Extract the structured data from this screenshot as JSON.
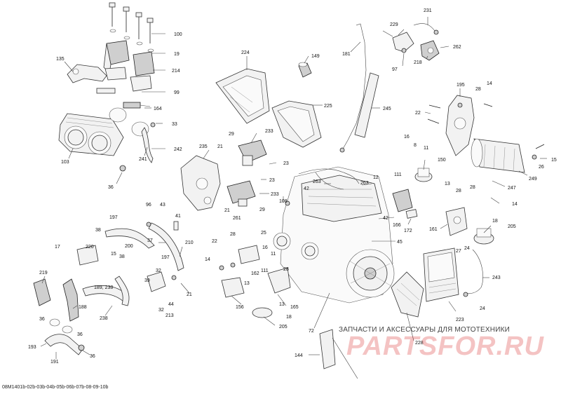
{
  "watermark": {
    "tagline": "ЗАПЧАСТИ И АКСЕССУАРЫ ДЛЯ МОТОТЕХНИКИ",
    "logo": "PARTSFOR.RU"
  },
  "document_code": "08M1401b-02b-03b-04b-05b-06b-07b-08-09-10b",
  "callouts": {
    "c100": "100",
    "c19": "19",
    "c214": "214",
    "c99": "99",
    "c135": "135",
    "c164": "164",
    "c33": "33",
    "c242": "242",
    "c103": "103",
    "c241": "241",
    "c36a": "36",
    "c224": "224",
    "c149": "149",
    "c225": "225",
    "c181": "181",
    "c245": "245",
    "c229": "229",
    "c231": "231",
    "c97": "97",
    "c218": "218",
    "c262": "262",
    "c195": "195",
    "c28a": "28",
    "c14a": "14",
    "c22a": "22",
    "c15": "15",
    "c26": "26",
    "c249": "249",
    "c247": "247",
    "c29a": "29",
    "c233a": "233",
    "c235": "235",
    "c21a": "21",
    "c23a": "23",
    "c23b": "23",
    "c233b": "233",
    "c29b": "29",
    "c261": "261",
    "c21b": "21",
    "c108": "108",
    "c263a": "263",
    "c42a": "42",
    "c263b": "263",
    "c42b": "42",
    "c12": "12",
    "c16": "16",
    "c8": "8",
    "c11a": "11",
    "c111a": "111",
    "c150": "150",
    "c166": "166",
    "c172": "172",
    "c13a": "13",
    "c28b": "28",
    "c28c": "28",
    "c14b": "14",
    "c161": "161",
    "c18a": "18",
    "c205a": "205",
    "c96": "96",
    "c43": "43",
    "c41": "41",
    "c197a": "197",
    "c38a": "38",
    "c220": "220",
    "c17": "17",
    "c15b": "15",
    "c200": "200",
    "c37": "37",
    "c38b": "38",
    "c197b": "197",
    "c210": "210",
    "c219": "219",
    "c189": "189, 238",
    "c32a": "32",
    "c39": "39",
    "c44": "44",
    "c21c": "21",
    "c32b": "32",
    "c213": "213",
    "c188": "188",
    "c238": "238",
    "c36b": "36",
    "c36c": "36",
    "c193": "193",
    "c36d": "36",
    "c191": "191",
    "c22b": "22",
    "c28d": "28",
    "c25": "25",
    "c16b": "16",
    "c11b": "11",
    "c14c": "14",
    "c13b": "13",
    "c162": "162",
    "c111b": "111",
    "c28e": "28",
    "c156": "156",
    "c13c": "13",
    "c165": "165",
    "c18b": "18",
    "c205b": "205",
    "c45": "45",
    "c72": "72",
    "c27": "27",
    "c24a": "24",
    "c243": "243",
    "c24b": "24",
    "c223": "223",
    "c228": "228",
    "c144": "144"
  }
}
